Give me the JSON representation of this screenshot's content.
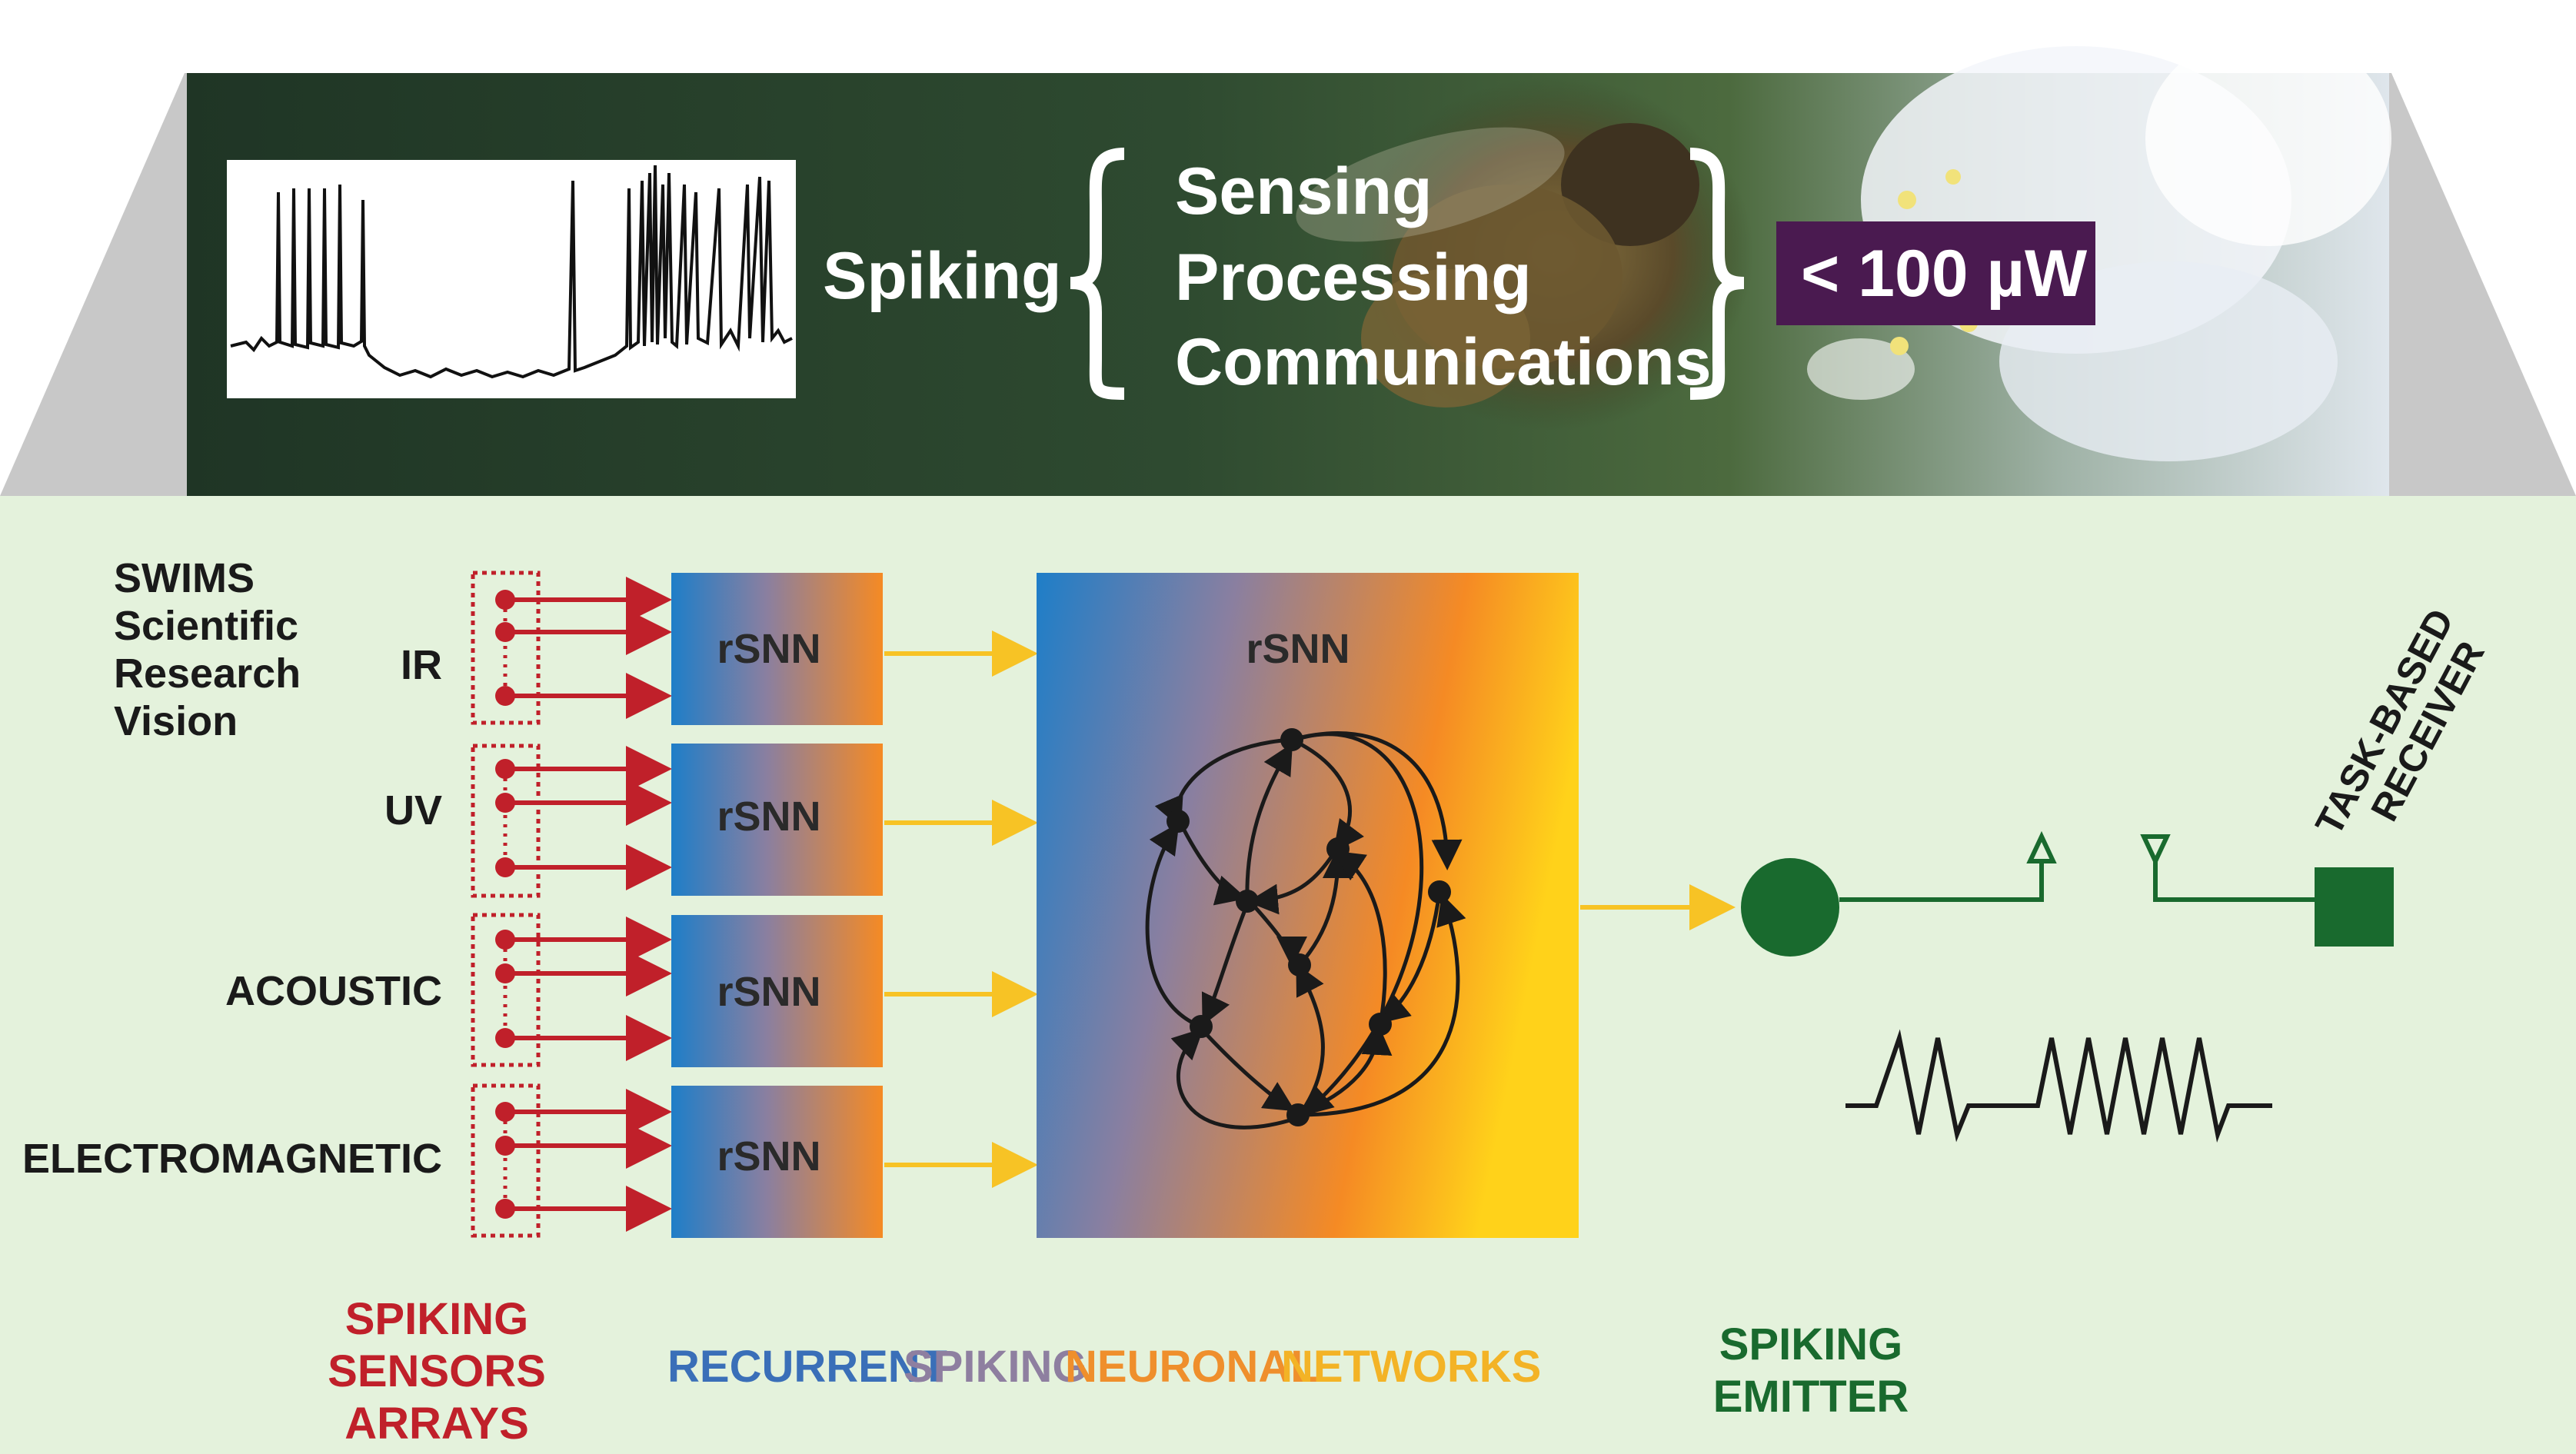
{
  "banner": {
    "spiking_label": "Spiking",
    "functions": [
      "Sensing",
      "Processing",
      "Communications"
    ],
    "power_badge": "< 100 µW",
    "badge_color": "#4a1a50",
    "trace_description_icon": "spike-trace-icon"
  },
  "system": {
    "title_lines": [
      "SWIMS",
      "Scientific",
      "Research",
      "Vision"
    ],
    "sensors": [
      {
        "name": "IR",
        "block": "rSNN"
      },
      {
        "name": "UV",
        "block": "rSNN"
      },
      {
        "name": "ACOUSTIC",
        "block": "rSNN"
      },
      {
        "name": "ELECTROMAGNETIC",
        "block": "rSNN"
      }
    ],
    "main_block_label": "rSNN",
    "receiver_label_lines": [
      "TASK-BASED",
      "RECEIVER"
    ]
  },
  "footer": {
    "sensor_arrays_lines": [
      "SPIKING",
      "SENSORS",
      "ARRAYS"
    ],
    "networks_words": [
      "RECURRENT",
      "SPIKING",
      "NEURONAL",
      "NETWORKS"
    ],
    "emitter_lines": [
      "SPIKING",
      "EMITTER"
    ]
  },
  "colors": {
    "panel_bg": "#e4f2dc",
    "sensor_red": "#c0202a",
    "arrow_yellow": "#f7c325",
    "emitter_green": "#196a2e",
    "gradient_blue": "#1e7ec8",
    "gradient_orange": "#f58a24",
    "gradient_yellow": "#ffd21a",
    "footer_word_colors": [
      "#3a6fb8",
      "#8e7fa0",
      "#ef8f2c",
      "#f3b326"
    ]
  }
}
